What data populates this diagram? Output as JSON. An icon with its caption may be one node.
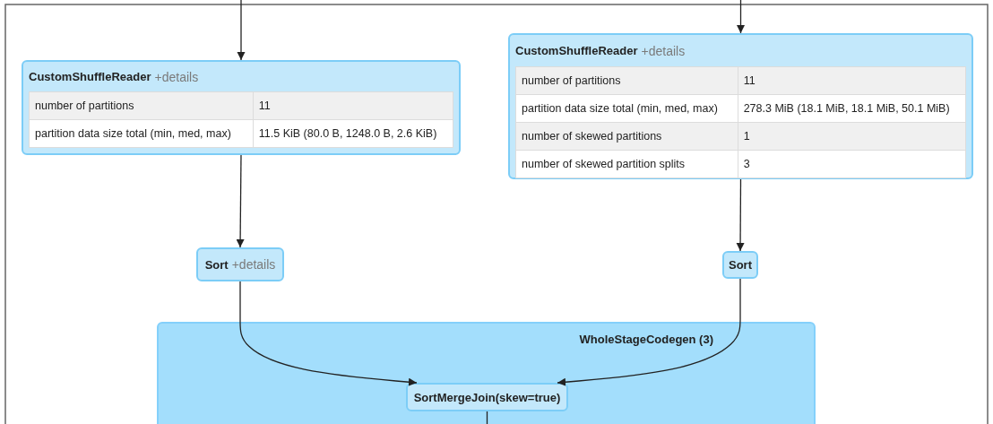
{
  "diagram": {
    "nodes": [
      {
        "text": [
          "CustomShuffleReader",
          "+details",
          "number of partitions",
          "11",
          "partition data size total (min, med, max)",
          "11.5 KiB (80.0 B, 1248.0 B, 2.6 KiB)"
        ]
      },
      {
        "text": [
          "CustomShuffleReader",
          "+details",
          "number of partitions",
          "11",
          "partition data size total (min, med, max)",
          "278.3 MiB (18.1 MiB, 18.1 MiB, 50.1 MiB)",
          "number of skewed partitions",
          "1",
          "number of skewed partition splits",
          "3"
        ]
      },
      {
        "text": [
          "Sort",
          "+details"
        ]
      },
      {
        "text": [
          "Sort"
        ]
      },
      {
        "text": [
          "WholeStageCodegen (3)"
        ]
      },
      {
        "text": [
          "SortMergeJoin(skew=true)"
        ],
        "in": 4
      }
    ],
    "edges": [
      {
        "from": null,
        "to": 0,
        "arrow": "to"
      },
      {
        "from": null,
        "to": 1,
        "arrow": "to"
      },
      {
        "from": 0,
        "to": 2,
        "arrow": "to"
      },
      {
        "from": 1,
        "to": 3,
        "arrow": "to"
      },
      {
        "from": 2,
        "to": 5,
        "arrow": "to"
      },
      {
        "from": 3,
        "to": 5,
        "arrow": "to"
      },
      {
        "from": 5,
        "to": null,
        "arrow": "none"
      }
    ]
  }
}
